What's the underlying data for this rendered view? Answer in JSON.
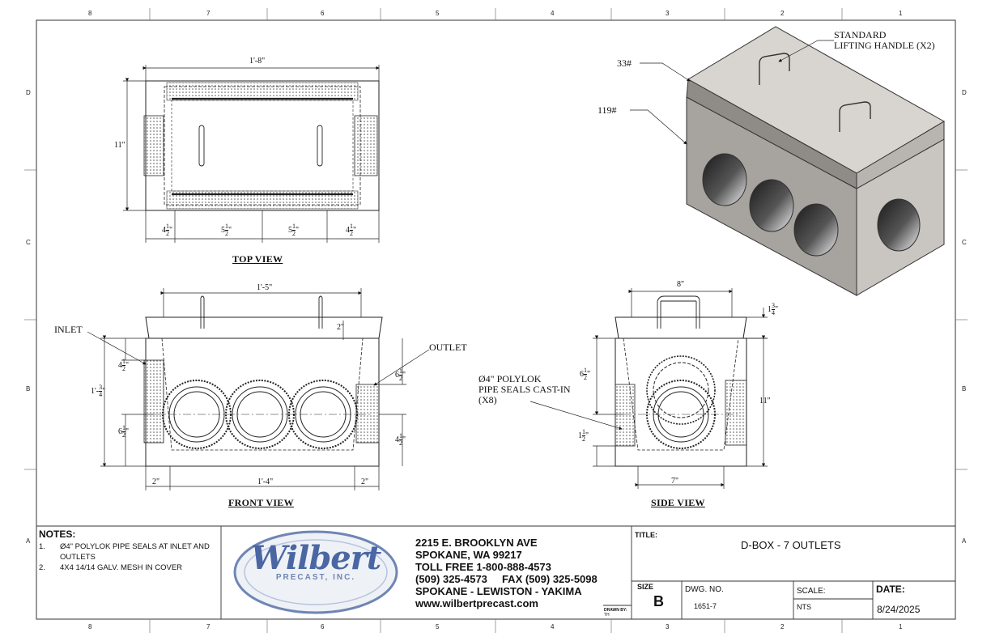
{
  "border": {
    "top_zones": [
      "8",
      "7",
      "6",
      "5",
      "4",
      "3",
      "2",
      "1"
    ],
    "bottom_zones": [
      "8",
      "7",
      "6",
      "5",
      "4",
      "3",
      "2",
      "1"
    ],
    "left_zones": [
      "D",
      "C",
      "B",
      "A"
    ],
    "right_zones": [
      "D",
      "C",
      "B",
      "A"
    ]
  },
  "top_view": {
    "title": "TOP VIEW",
    "overall_length": "1'-8\"",
    "width": "11\"",
    "segments": [
      "4",
      "5",
      "5",
      "4"
    ],
    "half": "1",
    "half_den": "2",
    "inch": "\""
  },
  "front_view": {
    "title": "FRONT VIEW",
    "lid_length": "1'-5\"",
    "lid_drop": "2\"",
    "height": "1'-",
    "height_frac_num": "3",
    "height_frac_den": "4",
    "inlet_label": "INLET",
    "outlet_label": "OUTLET",
    "inlet_top": "4",
    "inlet_bottom": "6",
    "outlet_top": "6",
    "outlet_bottom": "4",
    "left_wall": "2\"",
    "inner_length": "1'-4\"",
    "right_wall": "2\""
  },
  "side_view": {
    "title": "SIDE VIEW",
    "top_width": "8\"",
    "lid_thk_whole": "1",
    "lid_thk_num": "3",
    "lid_thk_den": "4",
    "height": "11\"",
    "upper": "6",
    "lower": "1",
    "bottom_width": "7\"",
    "seal_callout": [
      "Ø4\" POLYLOK",
      "PIPE SEALS CAST-IN",
      "(X8)"
    ]
  },
  "iso_view": {
    "lid_weight": "33#",
    "base_weight": "119#",
    "handle_callout": [
      "STANDARD",
      "LIFTING HANDLE (X2)"
    ]
  },
  "notes": {
    "heading": "NOTES:",
    "items": [
      {
        "num": "1.",
        "text": [
          "Ø4\" POLYLOK PIPE SEALS AT INLET AND",
          "OUTLETS"
        ]
      },
      {
        "num": "2.",
        "text": [
          "4X4 14/14 GALV. MESH IN COVER"
        ]
      }
    ]
  },
  "logo": {
    "name": "Wilbert",
    "sub": "PRECAST, INC."
  },
  "company": {
    "lines": [
      "2215 E. BROOKLYN AVE",
      "SPOKANE, WA 99217",
      "TOLL FREE 1-800-888-4573",
      "(509) 325-4573     FAX (509) 325-5098",
      "SPOKANE - LEWISTON - YAKIMA",
      "www.wilbertprecast.com"
    ]
  },
  "title_block": {
    "drawn_by_label": "DRAWN BY:",
    "drawn_by": "TH",
    "title_label": "TITLE:",
    "title": "D-BOX - 7 OUTLETS",
    "size_label": "SIZE",
    "size": "B",
    "dwg_label": "DWG. NO.",
    "dwg": "1651-7",
    "scale_label": "SCALE:",
    "scale": "NTS",
    "date_label": "DATE:",
    "date": "8/24/2025"
  }
}
